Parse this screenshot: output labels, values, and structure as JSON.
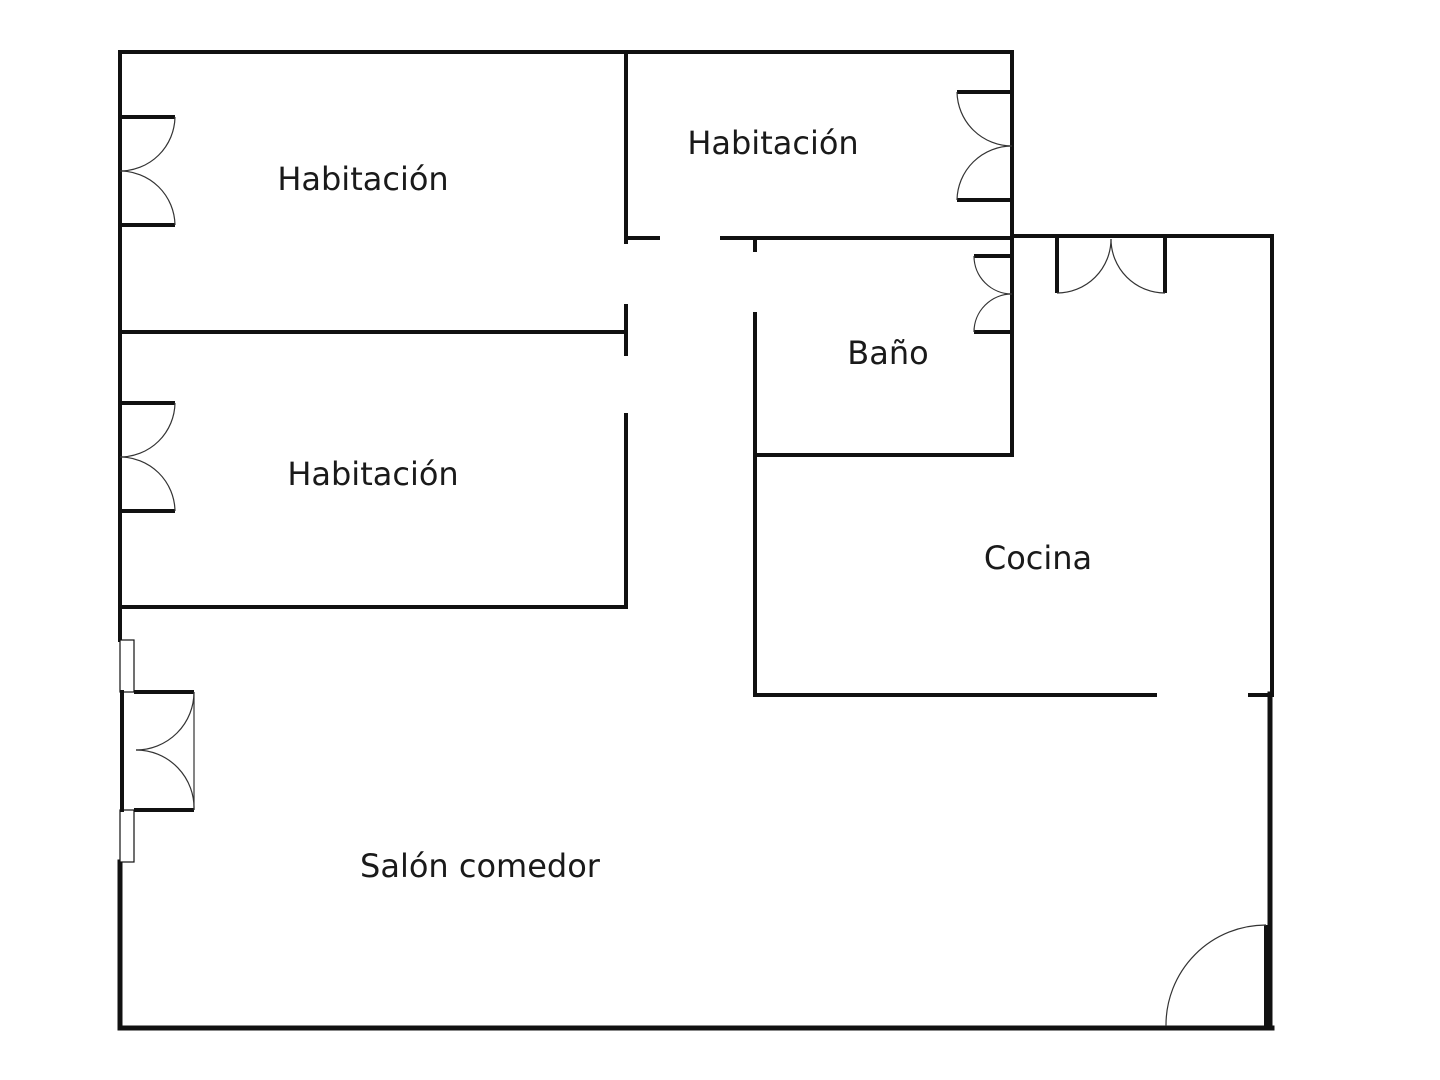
{
  "rooms": {
    "habitacion_1": "Habitación",
    "habitacion_2": "Habitación",
    "habitacion_3": "Habitación",
    "bano": "Baño",
    "cocina": "Cocina",
    "salon": "Salón comedor"
  }
}
